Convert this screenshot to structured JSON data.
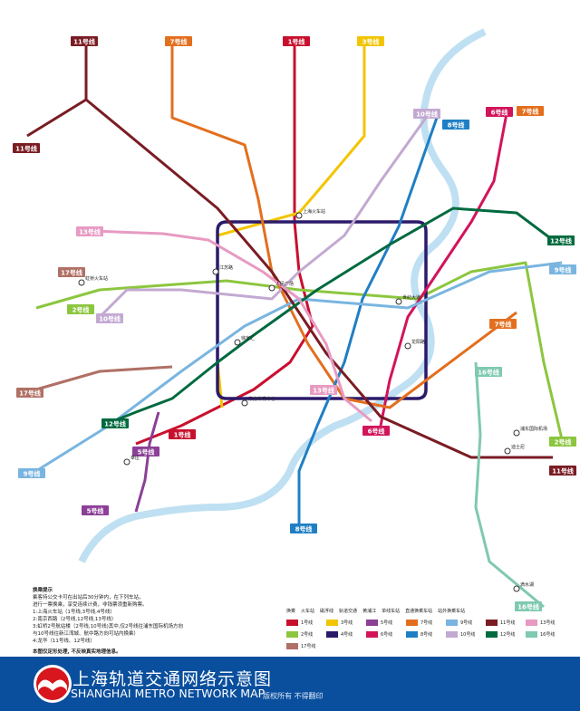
{
  "title": {
    "cn": "上海轨道交通网络示意图",
    "en": "SHANGHAI METRO NETWORK MAP",
    "copyright": "版权所有 不得翻印"
  },
  "lines": [
    {
      "id": "1",
      "label": "1号线",
      "color": "#c8102e"
    },
    {
      "id": "2",
      "label": "2号线",
      "color": "#8cc63f"
    },
    {
      "id": "3",
      "label": "3号线",
      "color": "#f2c500"
    },
    {
      "id": "4",
      "label": "4号线",
      "color": "#2b1a6a"
    },
    {
      "id": "5",
      "label": "5号线",
      "color": "#8b3f96"
    },
    {
      "id": "6",
      "label": "6号线",
      "color": "#d2145a"
    },
    {
      "id": "7",
      "label": "7号线",
      "color": "#e36f1e"
    },
    {
      "id": "8",
      "label": "8号线",
      "color": "#1f7fc4"
    },
    {
      "id": "9",
      "label": "9号线",
      "color": "#79b5e0"
    },
    {
      "id": "10",
      "label": "10号线",
      "color": "#c3a9d1"
    },
    {
      "id": "11",
      "label": "11号线",
      "color": "#7a1c23"
    },
    {
      "id": "12",
      "label": "12号线",
      "color": "#006a3f"
    },
    {
      "id": "13",
      "label": "13号线",
      "color": "#e79ac2"
    },
    {
      "id": "16",
      "label": "16号线",
      "color": "#7fc9b0"
    },
    {
      "id": "17",
      "label": "17号线",
      "color": "#b07065"
    }
  ],
  "stations": [
    "上海火车站",
    "人民广场",
    "世纪大道",
    "徐家汇",
    "虹桥火车站",
    "龙阳路",
    "浦东国际机场",
    "迪士尼",
    "莘庄",
    "滴水湖",
    "东方体育中心",
    "江苏路"
  ],
  "notes": {
    "heading": "换乘提示",
    "lines": [
      "乘客持公交卡可在出站后30分钟内，在下列车站，",
      "进行一票换乘，享受连续计费，非钱票须重新购票。",
      "1:上海火车站（1号线,3号线,4号线）",
      "2:南京西路（2号线,12号线,13号线）",
      "3:虹桥2号航站楼（2号线,10号线)其中,仅2号线往浦东国际机场方向",
      "   与10号线往新江湾城、航中路方向可站内换乘）",
      "4:龙华（11号线、12号线）"
    ],
    "footer": "本图仅定形处理, 不反映真实地理信息。"
  },
  "legend": {
    "symbols": [
      "换乘",
      "火车站",
      "磁浮线",
      "轨道交通",
      "黄浦江",
      "单线车站",
      "直通换乘车站",
      "站外换乘车站"
    ]
  },
  "river_color": "#bfe0f2"
}
